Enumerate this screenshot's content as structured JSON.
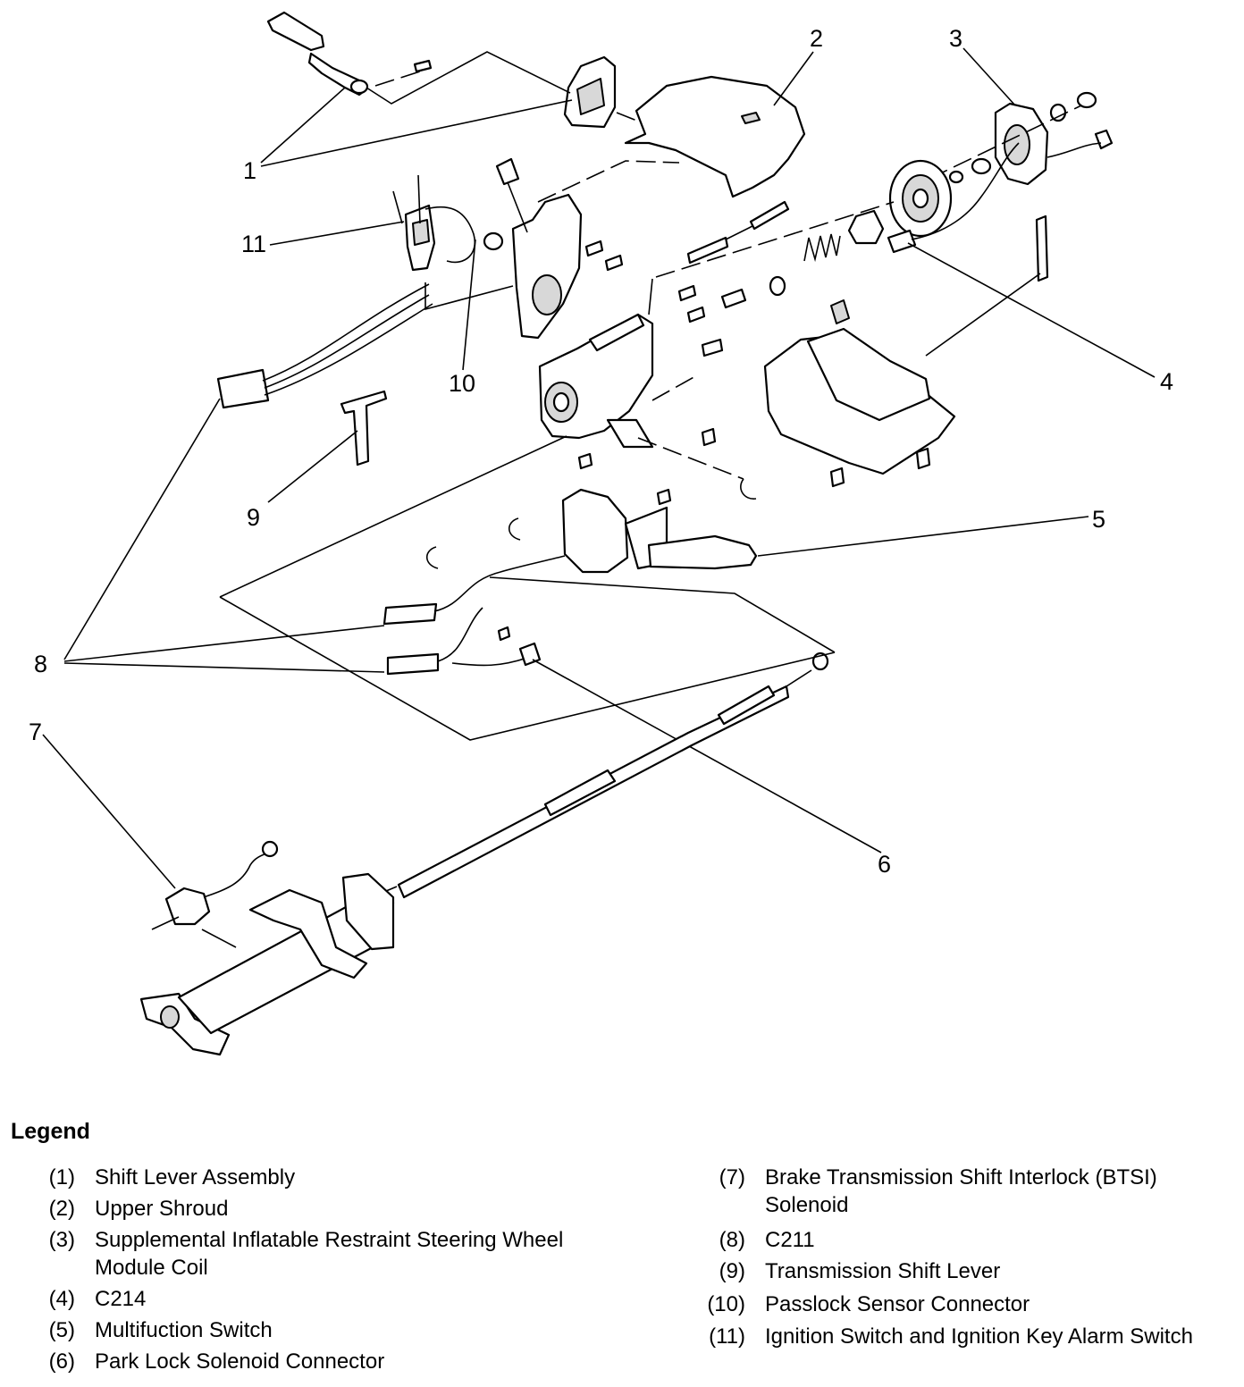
{
  "callouts": [
    "1",
    "2",
    "3",
    "4",
    "5",
    "6",
    "7",
    "8",
    "9",
    "10",
    "11"
  ],
  "legend": {
    "title": "Legend",
    "items": [
      {
        "num": "(1)",
        "text": "Shift Lever Assembly"
      },
      {
        "num": "(2)",
        "text": "Upper Shroud"
      },
      {
        "num": "(3)",
        "text": "Supplemental Inflatable Restraint Steering Wheel Module Coil"
      },
      {
        "num": "(4)",
        "text": "C214"
      },
      {
        "num": "(5)",
        "text": "Multifuction Switch"
      },
      {
        "num": "(6)",
        "text": "Park Lock Solenoid Connector"
      },
      {
        "num": "(7)",
        "text": "Brake Transmission Shift Interlock (BTSI) Solenoid"
      },
      {
        "num": "(8)",
        "text": "C211"
      },
      {
        "num": "(9)",
        "text": "Transmission Shift Lever"
      },
      {
        "num": "(10)",
        "text": "Passlock Sensor Connector"
      },
      {
        "num": "(11)",
        "text": "Ignition Switch and Ignition Key Alarm Switch"
      }
    ]
  }
}
